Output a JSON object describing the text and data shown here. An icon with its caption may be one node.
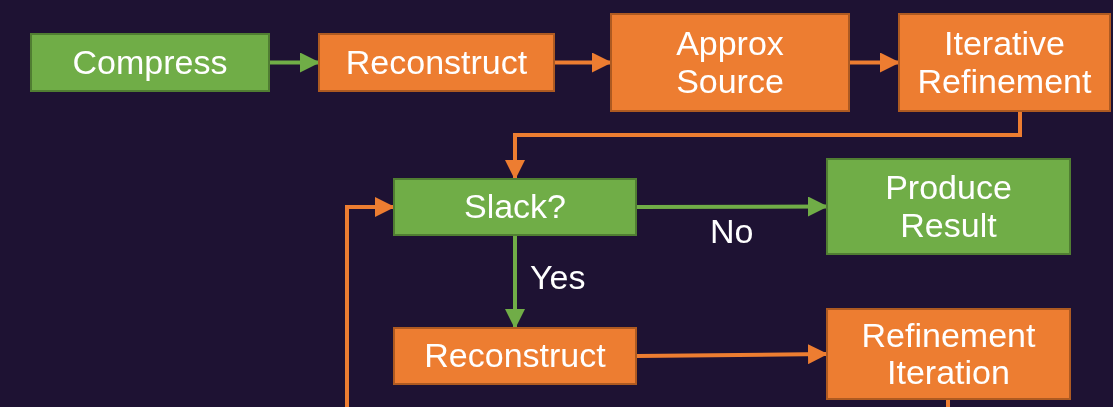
{
  "diagram": {
    "nodes": [
      {
        "text": [
          "Compress"
        ]
      },
      {
        "text": [
          "Reconstruct"
        ]
      },
      {
        "text": [
          "Approx Source"
        ]
      },
      {
        "text": [
          "Iterative Refinement"
        ]
      },
      {
        "text": [
          "Slack?"
        ]
      },
      {
        "text": [
          "Produce Result"
        ]
      },
      {
        "text": [
          "Reconstruct"
        ]
      },
      {
        "text": [
          "Refinement Iteration"
        ]
      }
    ],
    "edges": [
      {
        "from": 0,
        "to": 1,
        "arrow": "to",
        "color": "#70ad47"
      },
      {
        "from": 1,
        "to": 2,
        "arrow": "to"
      },
      {
        "from": 2,
        "to": 3,
        "arrow": "to"
      },
      {
        "from": 3,
        "to": 4,
        "arrow": "to"
      },
      {
        "from": 4,
        "to": 5,
        "arrow": "to",
        "label": "No",
        "color": "#70ad47"
      },
      {
        "from": 4,
        "to": 6,
        "arrow": "to",
        "label": "Yes",
        "color": "#70ad47"
      },
      {
        "from": 6,
        "to": 7,
        "arrow": "to"
      },
      {
        "from": null,
        "to": 4,
        "arrow": "to"
      },
      {
        "from": 7,
        "to": null,
        "arrow": "none"
      }
    ]
  }
}
